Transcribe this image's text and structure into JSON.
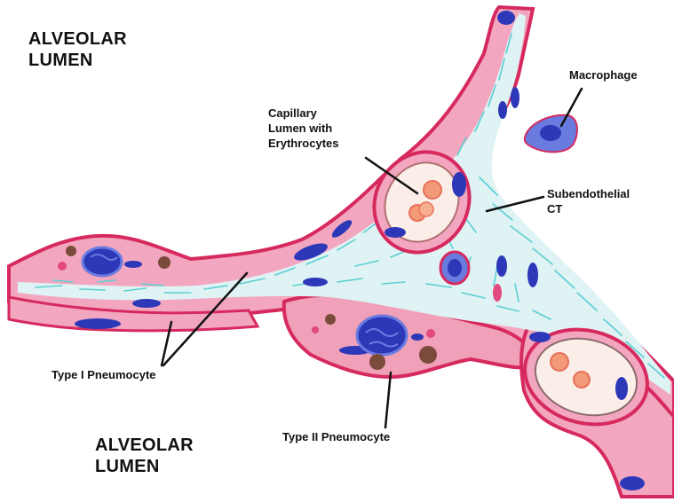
{
  "labels": {
    "alveolar_lumen_top": "ALVEOLAR\nLUMEN",
    "alveolar_lumen_bottom": "ALVEOLAR\nLUMEN",
    "macrophage": "Macrophage",
    "capillary": "Capillary\nLumen with\nErythrocytes",
    "subendothelial": "Subendothelial\nCT",
    "type1": "Type I Pneumocyte",
    "type2": "Type II Pneumocyte"
  },
  "colors": {
    "background": "#ffffff",
    "epithelium": "#ee4f7e",
    "epithelium_edge": "#d62a5e",
    "cytoplasm": "#f3a6bf",
    "connective_tissue": "#5ccfd2",
    "ct_background": "#dff3f4",
    "nucleus": "#2c38b8",
    "nucleus_light": "#6a7be0",
    "erythrocyte": "#f39a78",
    "granule": "#7a4a3a",
    "pointer": "#111111"
  }
}
